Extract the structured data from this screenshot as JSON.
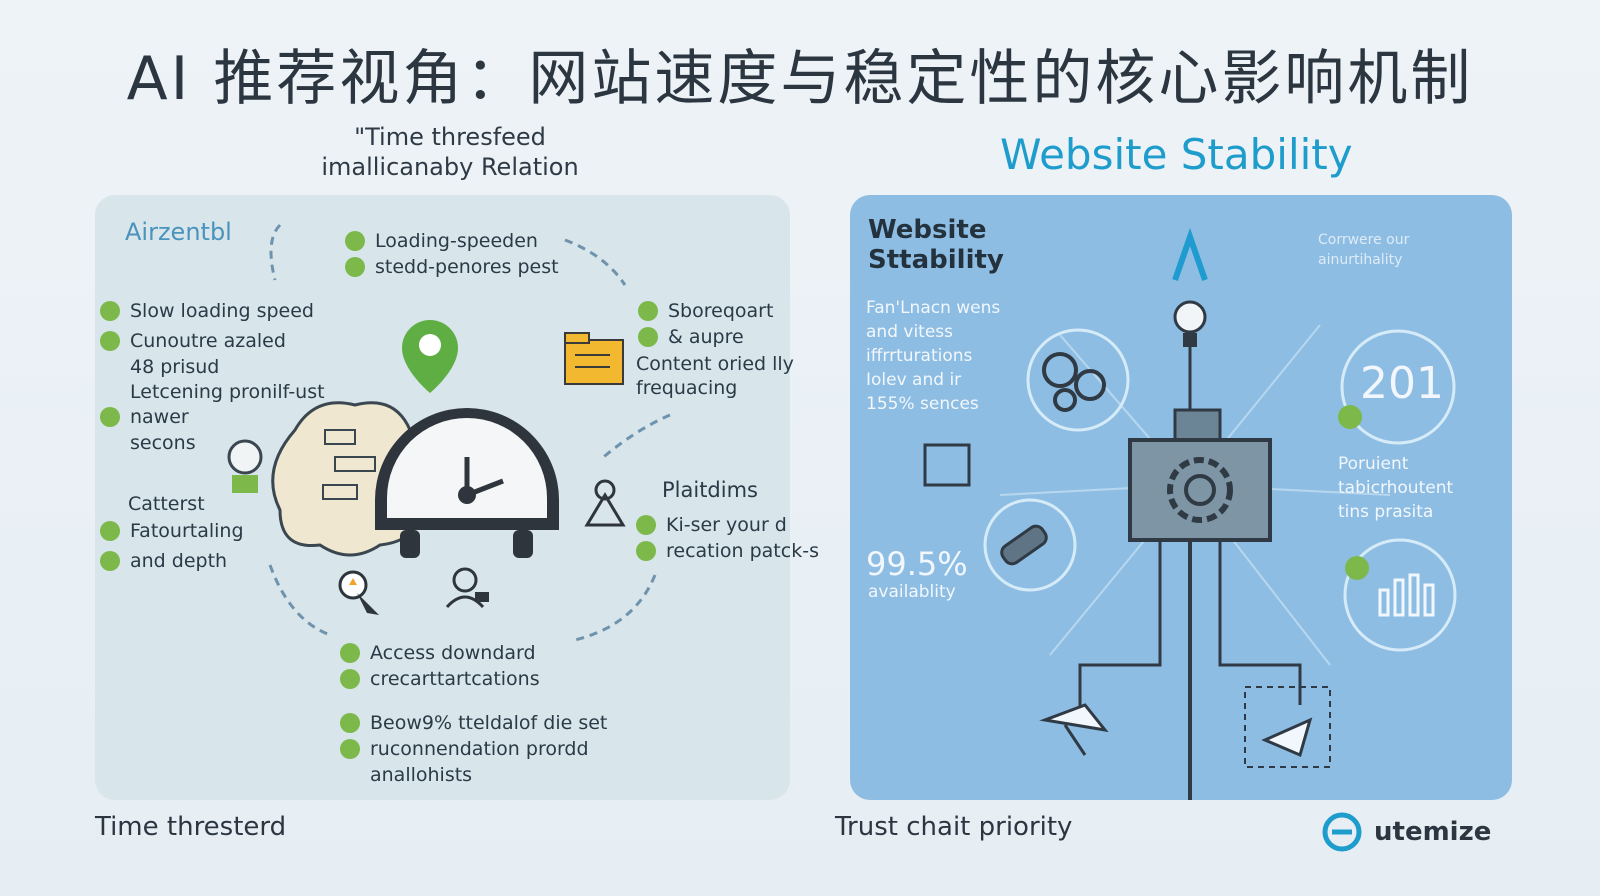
{
  "title": "AI 推荐视角：网站速度与稳定性的核心影响机制",
  "left": {
    "subtitle": "\"Time thresfeed\nimallicanaby Relation",
    "corner_label": "Airzentbl",
    "top_bullets": [
      "Loading-speeden",
      "stedd-penores pest"
    ],
    "left_bullets": [
      "Slow loading speed",
      "Cunoutre azaled\n48 prisud",
      "Letcening pronilf-ust",
      "nawer\nsecons"
    ],
    "catterst_label": "Catterst",
    "catterst_bullets": [
      "Fatourtaling",
      "and depth"
    ],
    "right_bullets": [
      "Sboreqoart",
      "& aupre"
    ],
    "content_text": "Content oried lly\nfrequacing",
    "platforms_label": "Plaitdims",
    "platforms_bullets": [
      "Ki-ser your d",
      "recation patck-s"
    ],
    "bottom_bullets": [
      "Access downdard",
      "crecarttartcations"
    ],
    "bottom2_bullets": [
      "Beow9% tteldalof die set",
      "ruconnendation prordd\nanallohists"
    ],
    "footer": "Time thresterd"
  },
  "right": {
    "heading": "Website Stability",
    "panel_title": "Website\nSttability",
    "left_text": "Fan'Lnacn wens\nand vitess\niffrrturations\nIolev and ir\n155% sences",
    "corner_text": "Corrwere our\nainurtihality",
    "counter": "201",
    "availability_value": "99.5%",
    "availability_label": "availablity",
    "right_text": "Poruient\ntabicrhoutent\ntins prasita",
    "footer": "Trust chait priority"
  },
  "brand": "utemize",
  "colors": {
    "accent_blue": "#1e9ccc",
    "bullet_green": "#7cb94a",
    "right_panel": "#8ebde3",
    "left_panel": "#d8e5ea"
  }
}
